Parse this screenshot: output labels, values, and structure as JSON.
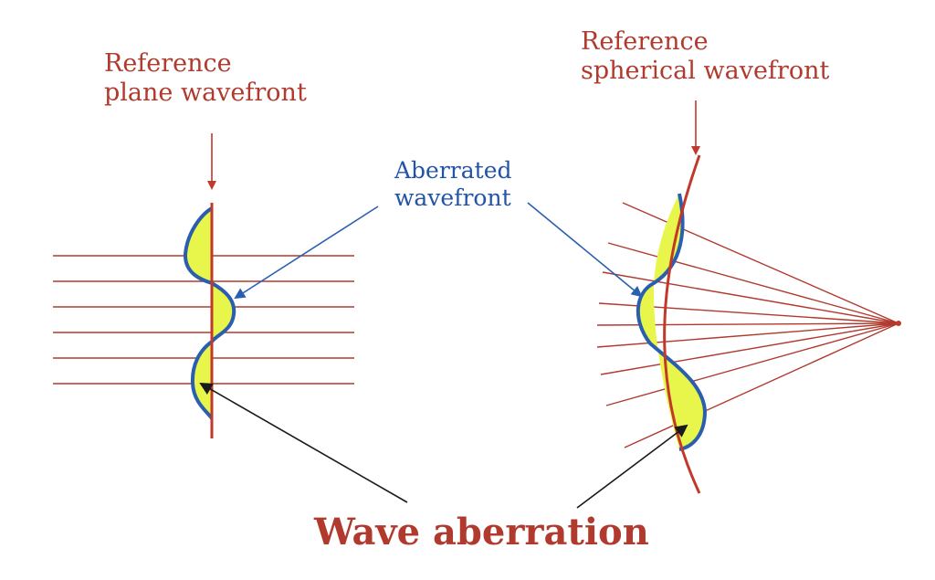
{
  "labels": {
    "reference_plane": [
      "Reference",
      "plane wavefront"
    ],
    "reference_spherical": [
      "Reference",
      "spherical wavefront"
    ],
    "aberrated": [
      "Aberrated",
      "wavefront"
    ],
    "wave_aberration": "Wave aberration"
  },
  "colors": {
    "ray": "#b03a2e",
    "reference": "#c0392b",
    "aberrated_outline": "#2a5fb0",
    "aberration_fill": "#e8f54a",
    "pointer_arrow": "#1a1a1a",
    "label_red": "#b03a2e",
    "label_blue": "#2153a8"
  }
}
